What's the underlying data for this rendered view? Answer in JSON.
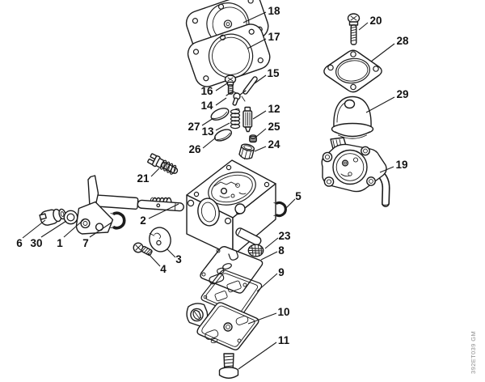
{
  "figure": {
    "kind": "exploded-parts-diagram",
    "watermark": "392ET039 GM"
  },
  "colors": {
    "background": "#ffffff",
    "line": "#1c1c1c",
    "label": "#111111",
    "watermark": "#8d8d8d"
  },
  "callouts": {
    "1": "1",
    "2": "2",
    "3": "3",
    "4": "4",
    "5": "5",
    "6": "6",
    "7": "7",
    "8": "8",
    "9": "9",
    "10": "10",
    "11": "11",
    "12": "12",
    "13": "13",
    "14": "14",
    "15": "15",
    "16": "16",
    "17": "17",
    "18": "18",
    "19": "19",
    "20": "20",
    "21": "21",
    "23": "23",
    "24": "24",
    "25": "25",
    "26": "26",
    "27": "27",
    "28": "28",
    "29": "29",
    "30": "30"
  }
}
